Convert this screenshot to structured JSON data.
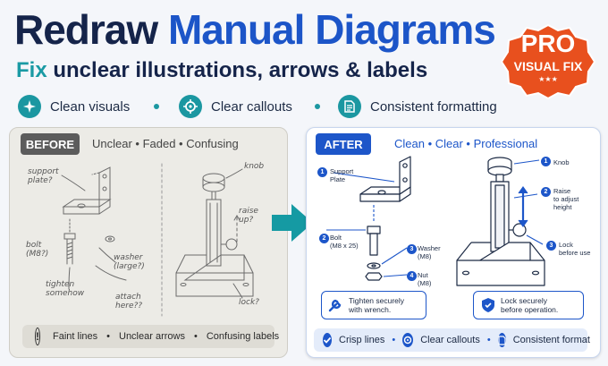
{
  "header": {
    "title_part1": "Redraw",
    "title_part2": "Manual Diagrams",
    "subtitle_fix": "Fix",
    "subtitle_rest": "unclear illustrations, arrows & labels"
  },
  "features": [
    {
      "label": "Clean visuals",
      "icon": "sparkle-icon"
    },
    {
      "label": "Clear callouts",
      "icon": "target-icon"
    },
    {
      "label": "Consistent formatting",
      "icon": "document-icon"
    }
  ],
  "badge": {
    "line1": "PRO",
    "line2": "VISUAL FIX",
    "stars": "★★★"
  },
  "before": {
    "tag": "BEFORE",
    "tagline": "Unclear • Faded • Confusing",
    "notes": {
      "support_plate": "support\nplate?",
      "knob": "knob",
      "raise_up": "raise\nup?",
      "bolt": "bolt\n(M8?)",
      "washer": "washer\n(large?)",
      "tighten": "tighten\nsomehow",
      "attach": "attach\nhere??",
      "lock": "lock?"
    },
    "issues": [
      "Faint lines",
      "Unclear arrows",
      "Confusing labels"
    ]
  },
  "after": {
    "tag": "AFTER",
    "tagline": "Clean • Clear • Professional",
    "callouts": [
      {
        "num": "1",
        "label": "Support\nPlate"
      },
      {
        "num": "2",
        "label": "Bolt\n(M8 x 25)"
      },
      {
        "num": "3",
        "label": "Washer\n(M8)"
      },
      {
        "num": "4",
        "label": "Nut\n(M8)"
      }
    ],
    "right_callouts": [
      {
        "num": "1",
        "label": "Knob"
      },
      {
        "num": "2",
        "label": "Raise\nto adjust\nheight"
      },
      {
        "num": "3",
        "label": "Lock\nbefore use"
      }
    ],
    "tip_left": "Tighten securely\nwith wrench.",
    "tip_right": "Lock securely\nbefore operation.",
    "benefits": [
      "Crisp lines",
      "Clear callouts",
      "Consistent format"
    ]
  },
  "colors": {
    "navy": "#15244a",
    "blue": "#1c55c8",
    "teal": "#1b97a1",
    "orange": "#e8501e"
  }
}
